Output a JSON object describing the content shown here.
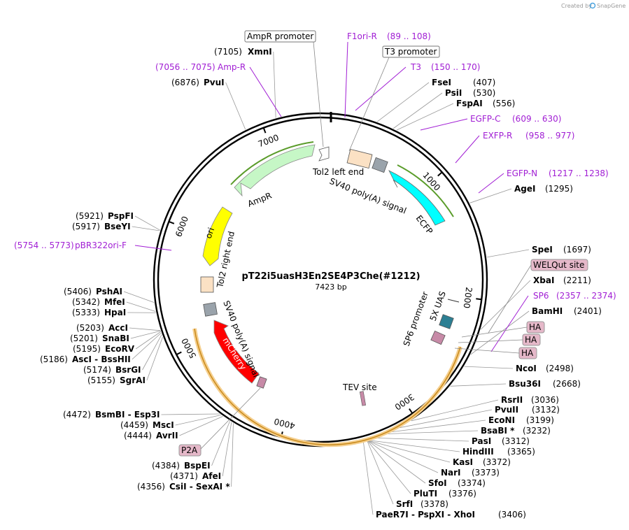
{
  "credit": {
    "prefix": "Created by",
    "brand": "SnapGene"
  },
  "plasmid": {
    "name": "pT22i5uasH3En2SE4P3Che(#1212)",
    "length": "7423 bp",
    "length_num": 7423
  },
  "ticks": [
    {
      "pos": 1000,
      "label": "1000"
    },
    {
      "pos": 2000,
      "label": "2000"
    },
    {
      "pos": 3000,
      "label": "3000"
    },
    {
      "pos": 4000,
      "label": "4000"
    },
    {
      "pos": 5000,
      "label": "5000"
    },
    {
      "pos": 6000,
      "label": "6000"
    },
    {
      "pos": 7000,
      "label": "7000"
    }
  ],
  "enzymes": [
    {
      "name": "XmnI",
      "pos": "(7105)",
      "pos_num": 7105
    },
    {
      "name": "PvuI",
      "pos": "(6876)",
      "pos_num": 6876
    },
    {
      "name": "FseI",
      "pos": "(407)",
      "pos_num": 407
    },
    {
      "name": "PsiI",
      "pos": "(530)",
      "pos_num": 530
    },
    {
      "name": "FspAI",
      "pos": "(556)",
      "pos_num": 556
    },
    {
      "name": "AgeI",
      "pos": "(1295)",
      "pos_num": 1295
    },
    {
      "name": "SpeI",
      "pos": "(1697)",
      "pos_num": 1697
    },
    {
      "name": "XbaI",
      "pos": "(2211)",
      "pos_num": 2211
    },
    {
      "name": "BamHI",
      "pos": "(2401)",
      "pos_num": 2401
    },
    {
      "name": "NcoI",
      "pos": "(2498)",
      "pos_num": 2498
    },
    {
      "name": "Bsu36I",
      "pos": "(2668)",
      "pos_num": 2668
    },
    {
      "name": "RsrII",
      "pos": "(3036)",
      "pos_num": 3036
    },
    {
      "name": "PvuII",
      "pos": "(3132)",
      "pos_num": 3132
    },
    {
      "name": "EcoNI",
      "pos": "(3199)",
      "pos_num": 3199
    },
    {
      "name": "BsaBI *",
      "pos": "(3232)",
      "pos_num": 3232
    },
    {
      "name": "PasI",
      "pos": "(3312)",
      "pos_num": 3312
    },
    {
      "name": "HindIII",
      "pos": "(3365)",
      "pos_num": 3365
    },
    {
      "name": "KasI",
      "pos": "(3372)",
      "pos_num": 3372
    },
    {
      "name": "NarI",
      "pos": "(3373)",
      "pos_num": 3373
    },
    {
      "name": "SfoI",
      "pos": "(3374)",
      "pos_num": 3374
    },
    {
      "name": "PluTI",
      "pos": "(3376)",
      "pos_num": 3376
    },
    {
      "name": "SrfI",
      "pos": "(3378)",
      "pos_num": 3378
    },
    {
      "name": "PaeR7I - PspXI - XhoI",
      "pos": "(3406)",
      "pos_num": 3406
    },
    {
      "name": "BsmBI - Esp3I",
      "pos": "(4472)",
      "pos_num": 4472
    },
    {
      "name": "MscI",
      "pos": "(4459)",
      "pos_num": 4459
    },
    {
      "name": "AvrII",
      "pos": "(4444)",
      "pos_num": 4444
    },
    {
      "name": "BspEI",
      "pos": "(4384)",
      "pos_num": 4384
    },
    {
      "name": "AfeI",
      "pos": "(4371)",
      "pos_num": 4371
    },
    {
      "name": "CsiI - SexAI *",
      "pos": "(4356)",
      "pos_num": 4356
    },
    {
      "name": "SgrAI",
      "pos": "(5155)",
      "pos_num": 5155
    },
    {
      "name": "BsrGI",
      "pos": "(5174)",
      "pos_num": 5174
    },
    {
      "name": "AscI - BssHII",
      "pos": "(5186)",
      "pos_num": 5186
    },
    {
      "name": "EcoRV",
      "pos": "(5195)",
      "pos_num": 5195
    },
    {
      "name": "SnaBI",
      "pos": "(5201)",
      "pos_num": 5201
    },
    {
      "name": "AccI",
      "pos": "(5203)",
      "pos_num": 5203
    },
    {
      "name": "HpaI",
      "pos": "(5333)",
      "pos_num": 5333
    },
    {
      "name": "MfeI",
      "pos": "(5342)",
      "pos_num": 5342
    },
    {
      "name": "PshAI",
      "pos": "(5406)",
      "pos_num": 5406
    },
    {
      "name": "BseYI",
      "pos": "(5917)",
      "pos_num": 5917
    },
    {
      "name": "PspFI",
      "pos": "(5921)",
      "pos_num": 5921
    }
  ],
  "primers": [
    {
      "name": "F1ori-R",
      "range": "(89 .. 108)"
    },
    {
      "name": "T3",
      "range": "(150 .. 170)"
    },
    {
      "name": "EGFP-C",
      "range": "(609 .. 630)"
    },
    {
      "name": "EXFP-R",
      "range": "(958 .. 977)"
    },
    {
      "name": "EGFP-N",
      "range": "(1217 .. 1238)"
    },
    {
      "name": "SP6",
      "range": "(2357 .. 2374)"
    },
    {
      "name": "pBR322ori-F",
      "range": "(5754 .. 5773)"
    },
    {
      "name": "Amp-R",
      "range": "(7056 .. 7075)"
    }
  ],
  "boxed_labels": {
    "ampr_promoter": "AmpR promoter",
    "t3_promoter": "T3 promoter",
    "welqut": "WELQut site",
    "ha1": "HA",
    "ha2": "HA",
    "ha3": "HA",
    "p2a": "P2A"
  },
  "features": {
    "tol2_left": "Tol2 left end",
    "sv40_top": "SV40 poly(A) signal",
    "ecfp": "ECFP",
    "ampr": "AmpR",
    "ori": "ori",
    "tol2_right": "Tol2 right end",
    "sv40_left": "SV40 poly(A) signal",
    "mcherry": "mCherry",
    "sp6_promoter": "SP6 promoter",
    "uas": "5X UAS",
    "tev": "TEV site"
  },
  "colors": {
    "ecfp": "#00ffff",
    "ampr": "#c6f7c6",
    "ori": "#ffff00",
    "mcherry": "#ff0000",
    "sv40": "#9aa3ab",
    "uas": "#2c7f93",
    "tol2": "#fbe1c4",
    "primer": "#a11ed4",
    "tag": "#e5b8c9"
  }
}
